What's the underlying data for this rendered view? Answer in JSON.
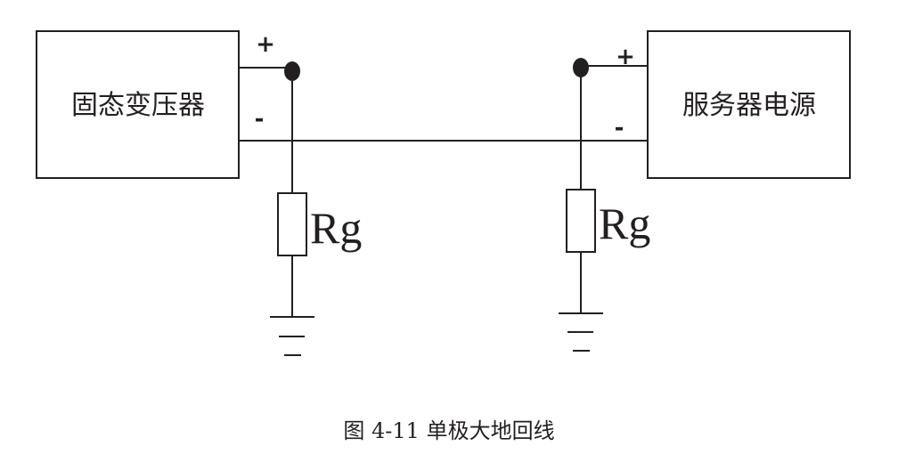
{
  "diagram": {
    "left_block": {
      "label": "固态变压器",
      "plus": "+",
      "minus": "-"
    },
    "right_block": {
      "label": "服务器电源",
      "plus": "+",
      "minus": "-"
    },
    "left_resistor": {
      "label": "Rg"
    },
    "right_resistor": {
      "label": "Rg"
    },
    "caption": "图 4-11 单极大地回线"
  }
}
